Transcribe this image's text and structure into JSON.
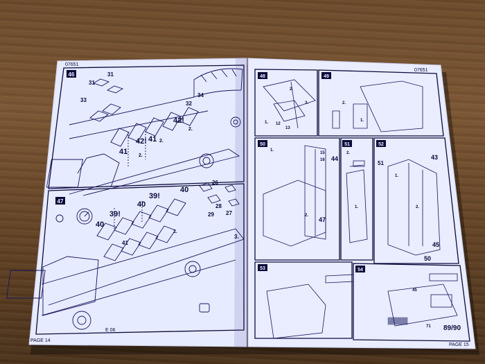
{
  "left_page": {
    "code": "07651",
    "page_label": "PAGE 14",
    "steps": [
      {
        "number": "46",
        "callouts": [
          "31",
          "31",
          "33",
          "41",
          "42!",
          "41",
          "2.",
          "32",
          "34",
          "42!",
          "2.",
          "2."
        ]
      },
      {
        "number": "47",
        "callouts": [
          "39!",
          "39!",
          "40",
          "40",
          "40",
          "26",
          "28",
          "27",
          "29",
          "3.",
          "2.",
          "41"
        ]
      }
    ],
    "small_marks": [
      "E 06"
    ]
  },
  "right_page": {
    "code": "07651",
    "page_label": "PAGE 15",
    "steps": [
      {
        "number": "48",
        "callouts": [
          "1.",
          "3.",
          "2.",
          "12",
          "13"
        ]
      },
      {
        "number": "49",
        "callouts": [
          "2.",
          "1."
        ]
      },
      {
        "number": "50",
        "callouts": [
          "15",
          "16",
          "44",
          "47",
          "1.",
          "2."
        ]
      },
      {
        "number": "51",
        "callouts": [
          "51",
          "2.",
          "1."
        ]
      },
      {
        "number": "52",
        "callouts": [
          "43",
          "45",
          "50",
          "1.",
          "2."
        ]
      },
      {
        "number": "53",
        "callouts": []
      },
      {
        "number": "54",
        "callouts": [
          "45",
          "71"
        ]
      }
    ],
    "footer_counter": "89/90"
  },
  "colors": {
    "paper": "#e8ecff",
    "ink": "#0b0b3a",
    "table": "#6b4a2a"
  }
}
